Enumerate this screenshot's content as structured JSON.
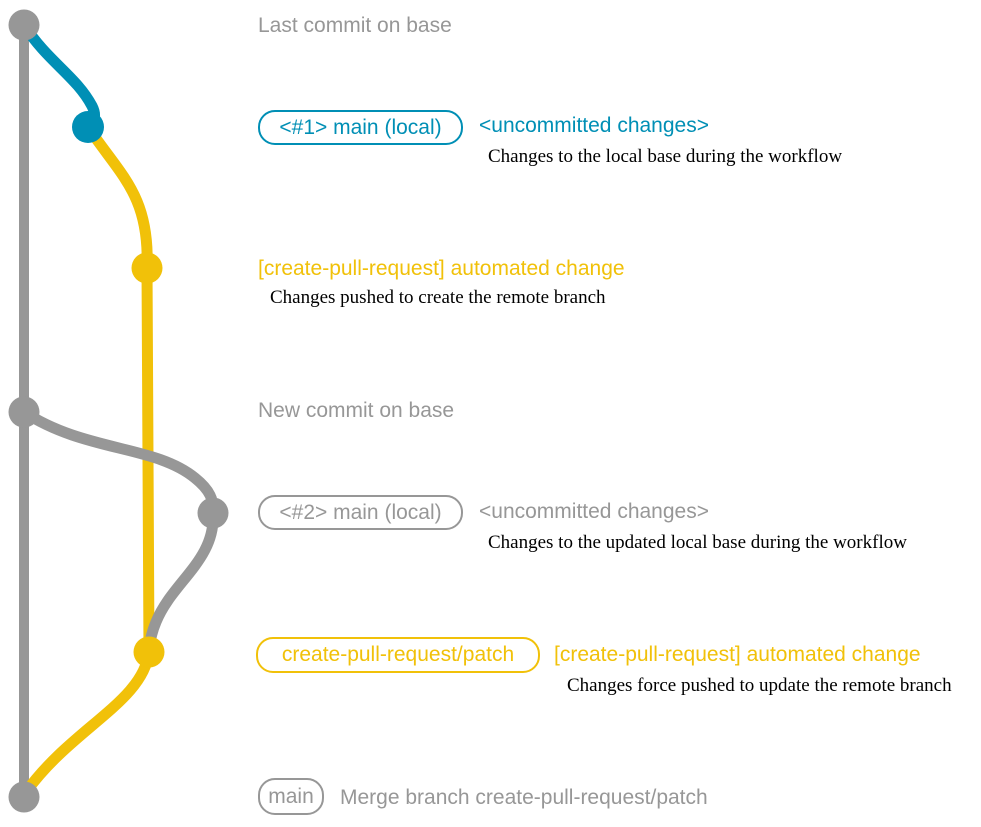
{
  "colors": {
    "base_gray": "#979797",
    "local_blue": "#008fb5",
    "branch_yellow": "#f1c109",
    "caption_black": "#000000",
    "background": "#ffffff"
  },
  "graph": {
    "type": "git-graph",
    "branches": [
      {
        "name": "base (remote)",
        "color": "#979797"
      },
      {
        "name": "main (local)",
        "color": "#008fb5"
      },
      {
        "name": "create-pull-request/patch",
        "color": "#f1c109"
      }
    ],
    "commits": [
      {
        "id": "last-commit-on-base",
        "branch": "base",
        "color": "#979797"
      },
      {
        "id": "main-local-1",
        "branch": "main (local) #1",
        "color": "#008fb5"
      },
      {
        "id": "patch-commit-1",
        "branch": "create-pull-request/patch",
        "color": "#f1c109"
      },
      {
        "id": "new-commit-on-base",
        "branch": "base",
        "color": "#979797"
      },
      {
        "id": "main-local-2",
        "branch": "main (local) #2",
        "color": "#979797"
      },
      {
        "id": "patch-commit-2",
        "branch": "create-pull-request/patch",
        "color": "#f1c109"
      },
      {
        "id": "merge-commit",
        "branch": "base",
        "color": "#979797"
      }
    ]
  },
  "rows": {
    "last_commit": {
      "label": "Last commit on base"
    },
    "local1": {
      "badge": "<#1> main (local)",
      "label": "<uncommitted changes>",
      "caption": "Changes to the local base during the workflow"
    },
    "patch1": {
      "label": "[create-pull-request] automated change",
      "caption": "Changes pushed to create the remote branch"
    },
    "new_commit": {
      "label": "New commit on base"
    },
    "local2": {
      "badge": "<#2> main (local)",
      "label": "<uncommitted changes>",
      "caption": "Changes to the updated local base during the workflow"
    },
    "patch2": {
      "badge": "create-pull-request/patch",
      "label": "[create-pull-request] automated change",
      "caption": "Changes force pushed to update the remote branch"
    },
    "merge": {
      "badge": "main",
      "label": "Merge branch create-pull-request/patch"
    }
  }
}
